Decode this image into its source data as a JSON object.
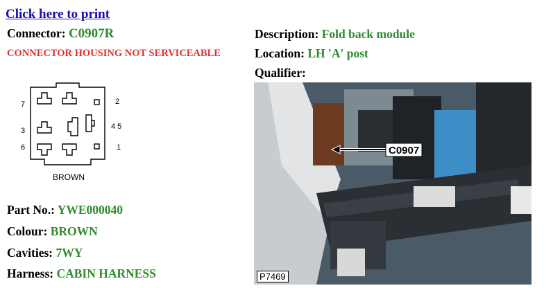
{
  "print_link": "Click here to print",
  "connector": {
    "label": "Connector:",
    "value": "C0907R"
  },
  "warning": "CONNECTOR HOUSING NOT SERVICEABLE",
  "description": {
    "label": "Description:",
    "value": "Fold back module"
  },
  "location": {
    "label": "Location:",
    "value": "LH 'A' post"
  },
  "qualifier": {
    "label": "Qualifier:",
    "value": ""
  },
  "pinout": {
    "pins": [
      "7",
      "2",
      "3",
      "4 5",
      "6",
      "1"
    ],
    "color_label": "BROWN"
  },
  "details": {
    "part_no": {
      "label": "Part No.:",
      "value": "YWE000040"
    },
    "colour": {
      "label": "Colour:",
      "value": "BROWN"
    },
    "cavities": {
      "label": "Cavities:",
      "value": "7WY"
    },
    "harness": {
      "label": "Harness:",
      "value": "CABIN HARNESS"
    }
  },
  "photo": {
    "callout": "C0907",
    "ref": "P7469"
  }
}
